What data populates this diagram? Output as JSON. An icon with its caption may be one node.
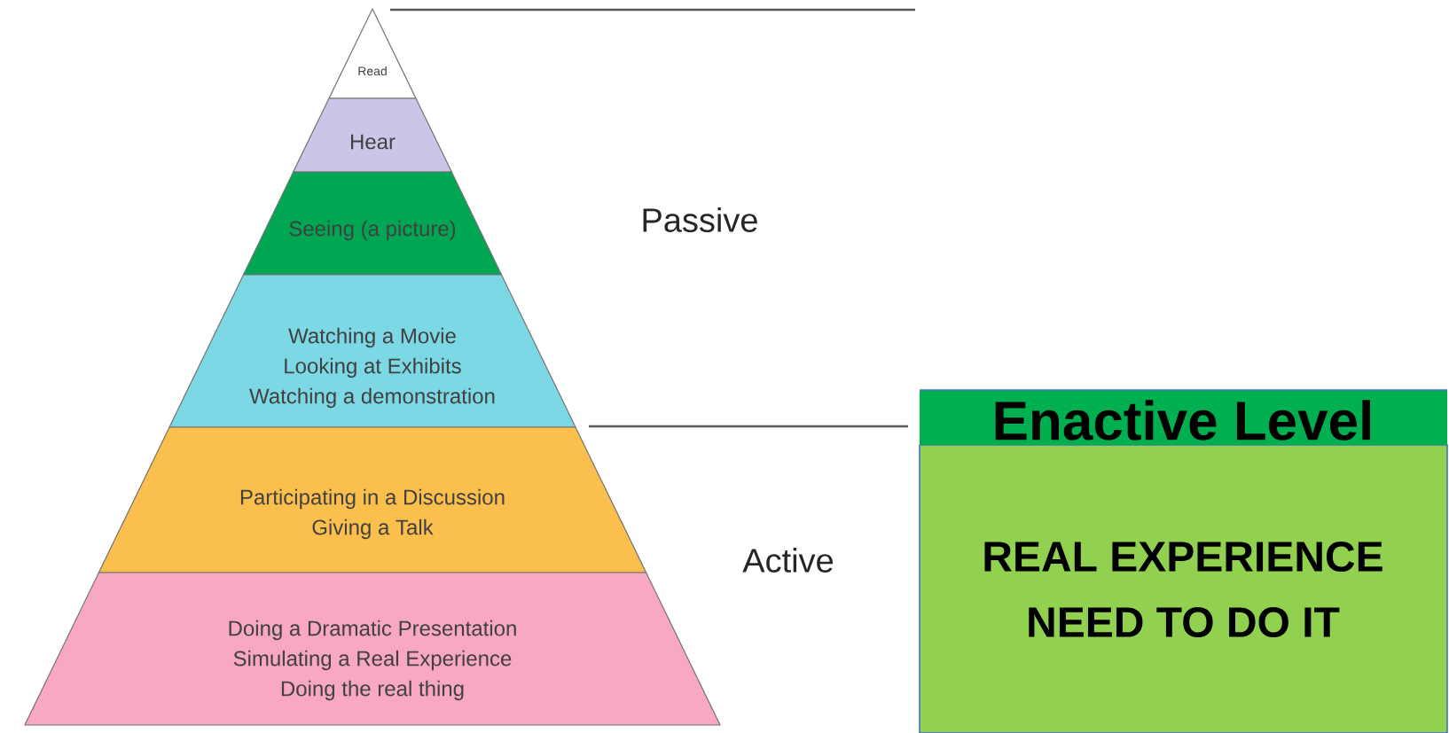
{
  "diagram": {
    "nodes": [
      {
        "text": [
          "Read"
        ]
      },
      {
        "text": [
          "Hear"
        ]
      },
      {
        "text": [
          "Seeing (a picture)"
        ]
      },
      {
        "text": [
          "Watching a Movie",
          "Looking at Exhibits",
          "Watching a demonstration"
        ]
      },
      {
        "text": [
          "Participating in a Discussion",
          "Giving a Talk"
        ]
      },
      {
        "text": [
          "Doing a Dramatic Presentation",
          "Simulating a Real Experience",
          "Doing the real thing"
        ]
      },
      {
        "text": [
          "Enactive Level",
          "REAL EXPERIENCE",
          "NEED TO DO IT"
        ]
      }
    ],
    "edges": [],
    "labels": [
      "Passive",
      "Active"
    ]
  }
}
